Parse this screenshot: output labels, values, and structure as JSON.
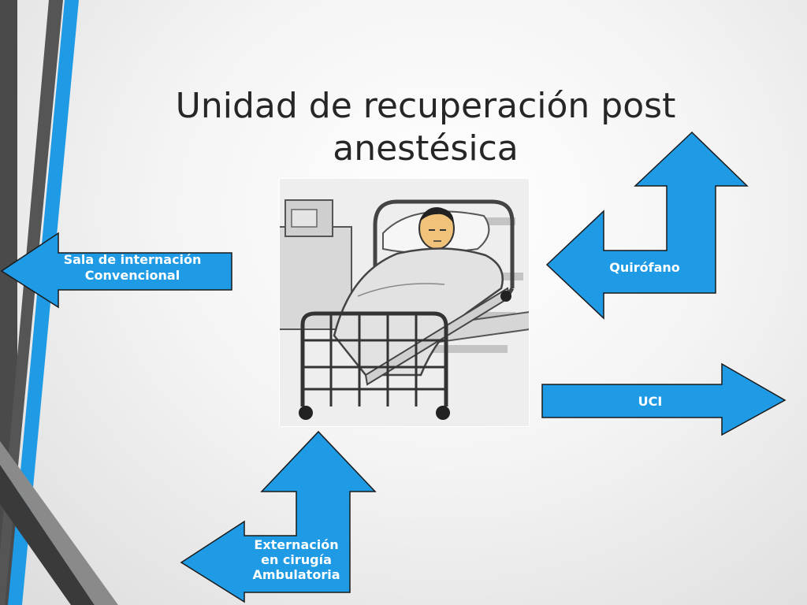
{
  "title": {
    "line1": "Unidad de recuperación post",
    "line2": "anestésica"
  },
  "arrows": {
    "sala": {
      "line1": "Sala de internación",
      "line2": "Convencional"
    },
    "quirofano": {
      "line1": "Quirófano"
    },
    "uci": {
      "line1": "UCI"
    },
    "externacion": {
      "line1": "Externación",
      "line2": "en cirugía",
      "line3": "Ambulatoria"
    }
  },
  "colors": {
    "arrow_fill": "#1f9ae5",
    "arrow_stroke": "#1a1a1a",
    "accent_stripe": "#1f9ae5",
    "dark_stripe": "#3a3a3a",
    "title_text": "#262626"
  },
  "illustration": {
    "name": "hospital-bed-patient-illustration"
  }
}
